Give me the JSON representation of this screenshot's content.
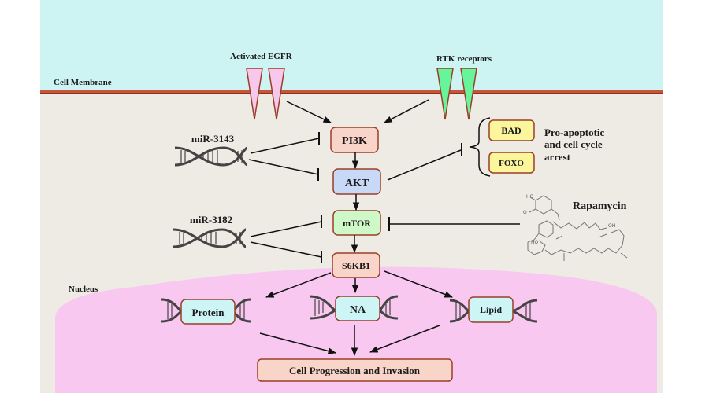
{
  "regions": {
    "membrane_label": "Cell Membrane",
    "nucleus_label": "Nucleus"
  },
  "receptors": {
    "egfr_label": "Activated EGFR",
    "rtk_label": "RTK receptors"
  },
  "pathway": {
    "pi3k": "PI3K",
    "akt": "AKT",
    "mtor": "mTOR",
    "s6kb1": "S6KB1"
  },
  "mirnas": {
    "mir1": "miR-3143",
    "mir2": "miR-3182"
  },
  "apoptosis": {
    "bad": "BAD",
    "foxo": "FOXO",
    "line1": "Pro-apoptotic",
    "line2": "and cell cycle",
    "line3": "arrest"
  },
  "drug": {
    "name": "Rapamycin"
  },
  "outputs": {
    "protein": "Protein",
    "na": "NA",
    "lipid": "Lipid",
    "final": "Cell Progression and Invasion"
  },
  "colors": {
    "extracellular": "#cdf4f3",
    "cytoplasm": "#eeeae4",
    "membrane": "#c8553a",
    "nucleus": "#f9c8f0",
    "egfr": "#f8c8ec",
    "rtk": "#66f59a",
    "pink_box": "#f9d4c8",
    "akt_box": "#c8d8f7",
    "mtor_box": "#cff8c8",
    "yellow_box": "#fbf59b",
    "cyan_box": "#cdf5f5",
    "box_border": "#9a3e28"
  }
}
